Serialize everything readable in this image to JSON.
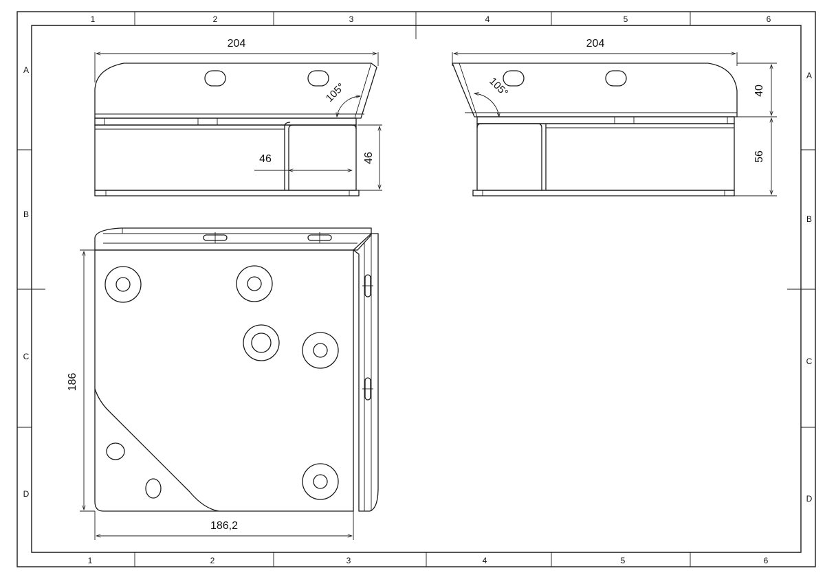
{
  "drawing": {
    "zone_columns": [
      "1",
      "2",
      "3",
      "4",
      "5",
      "6"
    ],
    "zone_rows": [
      "A",
      "B",
      "C",
      "D"
    ],
    "front_view": {
      "width_dim": "204",
      "angle": "105°",
      "inner_dim": "46",
      "height_dim": "46"
    },
    "side_view": {
      "width_dim": "204",
      "angle": "105°",
      "upper_height_dim": "40",
      "lower_height_dim": "56"
    },
    "plan_view": {
      "height_dim": "186",
      "width_dim": "186,2"
    }
  }
}
